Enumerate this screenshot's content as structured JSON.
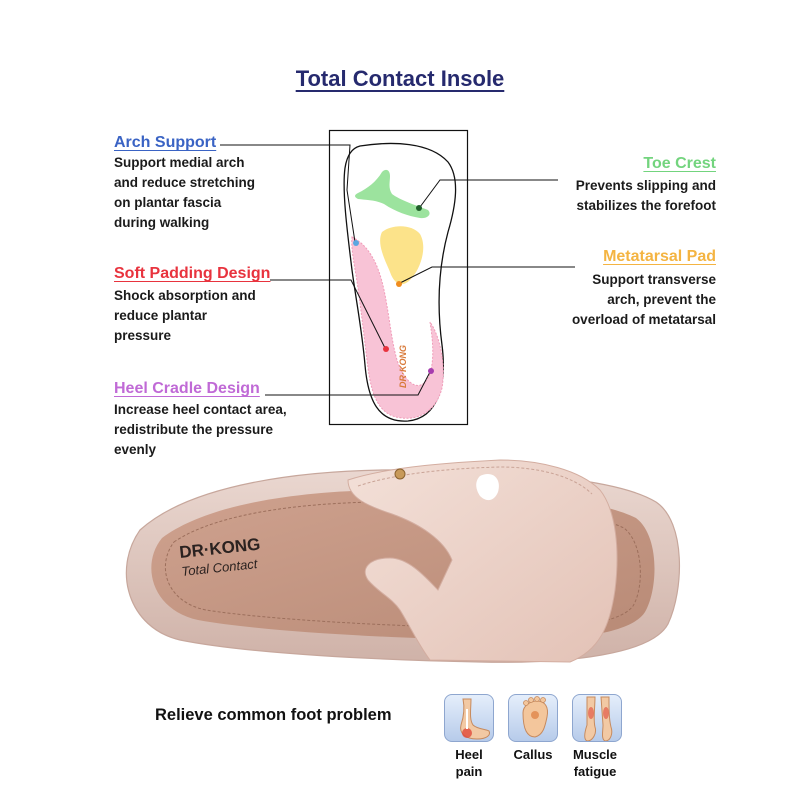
{
  "title": "Total Contact Insole",
  "features": {
    "arch_support": {
      "title": "Arch Support",
      "color": "#3a63c4",
      "lines": [
        "Support medial arch",
        "and reduce stretching",
        "on plantar fascia",
        "during walking"
      ]
    },
    "soft_padding": {
      "title": "Soft Padding Design",
      "color": "#e8333e",
      "lines": [
        "Shock absorption and",
        "reduce plantar",
        "pressure"
      ]
    },
    "heel_cradle": {
      "title": "Heel Cradle Design",
      "color": "#c06ad6",
      "lines": [
        "Increase heel contact area,",
        "redistribute the pressure",
        "evenly"
      ]
    },
    "toe_crest": {
      "title": "Toe Crest",
      "color": "#73d47e",
      "lines": [
        "Prevents slipping and",
        "stabilizes the forefoot"
      ]
    },
    "metatarsal_pad": {
      "title": "Metatarsal Pad",
      "color": "#f4b442",
      "lines": [
        "Support transverse",
        "arch, prevent the",
        "overload of metatarsal"
      ]
    }
  },
  "insole_brand": "DR·KONG",
  "sandal": {
    "brand": "DR·KONG",
    "subtitle": "Total Contact"
  },
  "relieve": {
    "heading": "Relieve common foot problem",
    "problems": [
      {
        "label_line1": "Heel",
        "label_line2": "pain",
        "icon": "heel-pain-icon"
      },
      {
        "label_line1": "Callus",
        "label_line2": "",
        "icon": "callus-icon"
      },
      {
        "label_line1": "Muscle",
        "label_line2": "fatigue",
        "icon": "muscle-fatigue-icon"
      }
    ]
  }
}
